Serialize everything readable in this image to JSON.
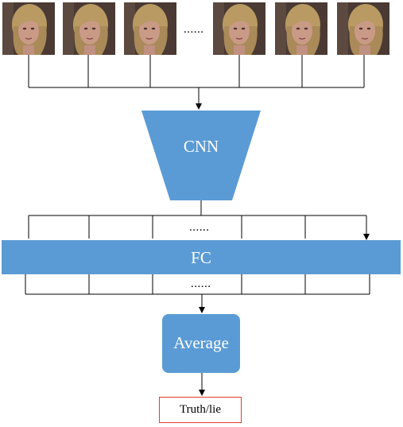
{
  "frames": {
    "count_left": 3,
    "count_right": 3,
    "ellipsis": "......"
  },
  "cnn": {
    "label": "CNN"
  },
  "fc": {
    "label": "FC",
    "ellipsis_top": "......",
    "ellipsis_bottom": "......"
  },
  "average": {
    "label": "Average"
  },
  "output": {
    "label": "Truth/lie"
  },
  "colors": {
    "block": "#5b9bd5",
    "output_border": "#e03c31",
    "line": "#000000"
  }
}
